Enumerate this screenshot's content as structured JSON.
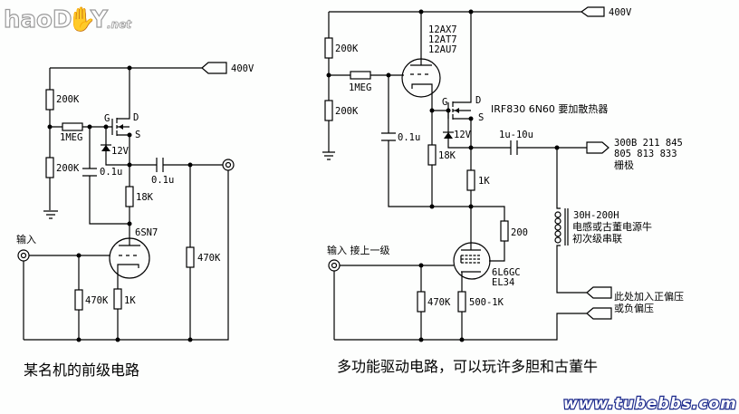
{
  "logo": {
    "main": "haoD",
    "hand": "✋",
    "tail": "Y",
    "suffix": ".net"
  },
  "watermark": "www.tubebbs.com",
  "colors": {
    "wire": "#000000",
    "background": "#fdfefd",
    "watermark_outline": "#1c2a8c",
    "logo_outline": "#9a9a9a"
  },
  "left_circuit": {
    "caption": "某名机的前级电路",
    "supply": "400V",
    "r_top": "200K",
    "r_bottom": "200K",
    "r_gate": "1MEG",
    "cap_bypass": "0.1u",
    "zener": "12V",
    "mosfet_gate": "G",
    "mosfet_drain": "D",
    "mosfet_source": "S",
    "r_load": "18K",
    "cap_out": "0.1u",
    "tube": "6SN7",
    "input_label": "输入",
    "r_grid": "470K",
    "r_cathode": "1K",
    "r_out": "470K"
  },
  "right_circuit": {
    "caption": "多功能驱动电路，可以玩许多胆和古董牛",
    "supply": "400V",
    "r_top": "200K",
    "r_bottom": "200K",
    "r_gate": "1MEG",
    "tube_types": [
      "12AX7",
      "12AT7",
      "12AU7"
    ],
    "cap_bypass": "0.1u",
    "zener": "12V",
    "mosfet_gate": "G",
    "mosfet_drain": "D",
    "mosfet_source": "S",
    "mosfet_note": "IRF830 6N60 要加散热器",
    "r_load": "18K",
    "r_source": "1K",
    "cap_out": "1u-10u",
    "output_note": [
      "300B 211 845",
      "805 813 833",
      "栅极"
    ],
    "inductor_note": [
      "30H-200H",
      "电感或古董电源牛",
      "初次级串联"
    ],
    "bias_note": [
      "此处加入正偏压",
      "或负偏压"
    ],
    "r_screen": "200",
    "tube2_types": [
      "6L6GC",
      "EL34"
    ],
    "input_label": "输入 接上一级",
    "r_grid": "470K",
    "r_cathode": "500-1K"
  }
}
